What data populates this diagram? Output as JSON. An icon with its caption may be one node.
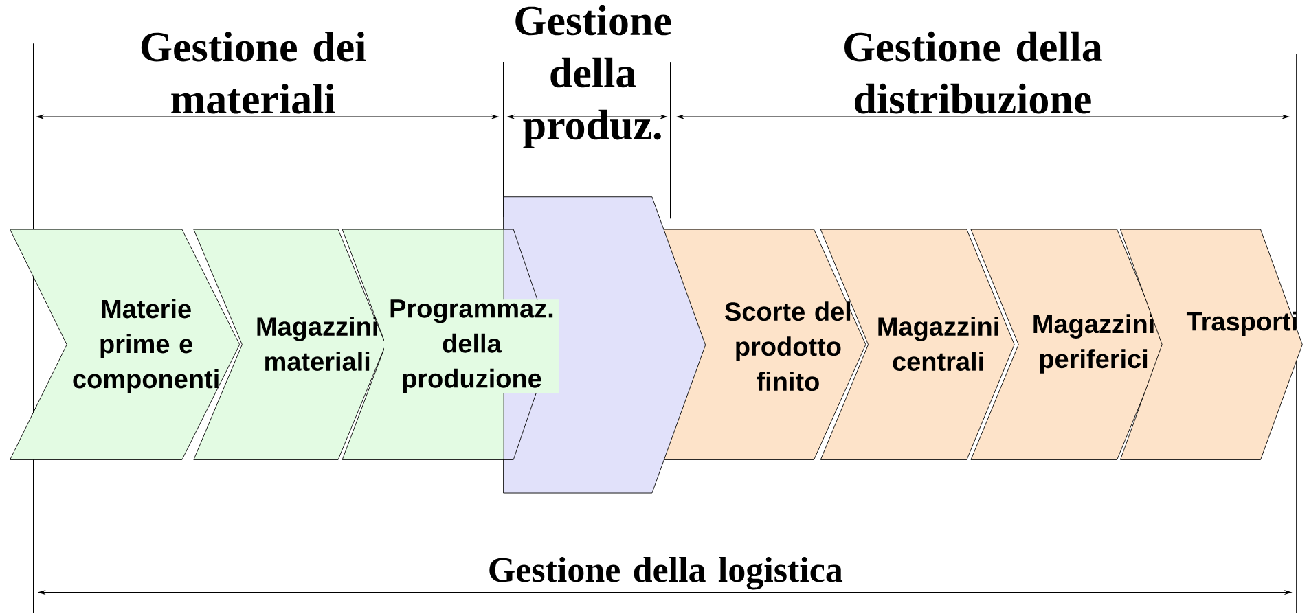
{
  "diagram": {
    "nodes": [
      {
        "text": [
          "Materie prime e componenti"
        ]
      },
      {
        "text": [
          "Magazzini materiali"
        ]
      },
      {
        "text": [
          "Programmaz. della produzione"
        ]
      },
      {
        "text": [],
        "shape": "chevron"
      },
      {
        "text": [
          "Scorte del prodotto finito"
        ]
      },
      {
        "text": [
          "Magazzini centrali"
        ]
      },
      {
        "text": [
          "Magazzini periferici"
        ]
      },
      {
        "text": [
          "Trasporti"
        ]
      }
    ],
    "labels": [
      "Gestione dei materiali",
      "Gestione della produz.",
      "Gestione della distribuzione",
      "Gestione della logistica"
    ]
  }
}
